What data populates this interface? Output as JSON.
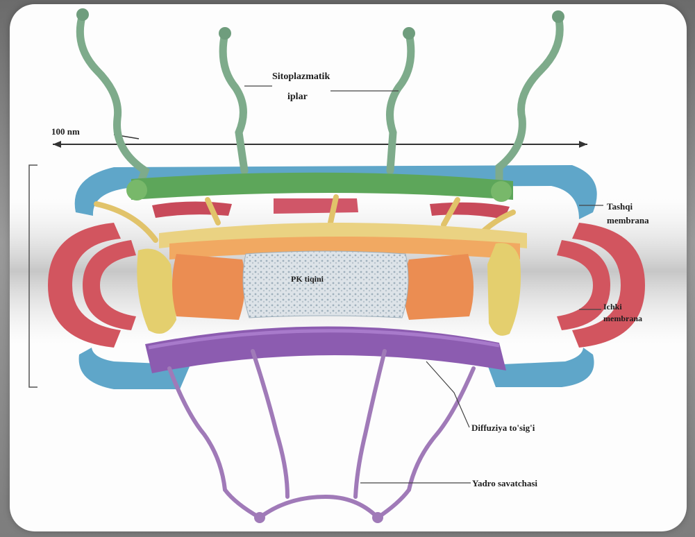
{
  "labels": {
    "scale": "100 nm",
    "filaments_line1": "Sitoplazmatik",
    "filaments_line2": "iplar",
    "outer_membrane_line1": "Tashqi",
    "outer_membrane_line2": "membrana",
    "inner_membrane_line1": "Ichki",
    "inner_membrane_line2": "membrana",
    "center": "PK tiqini",
    "diffusion": "Diffuziya to'sig'i",
    "basket": "Yadro savatchasi"
  }
}
